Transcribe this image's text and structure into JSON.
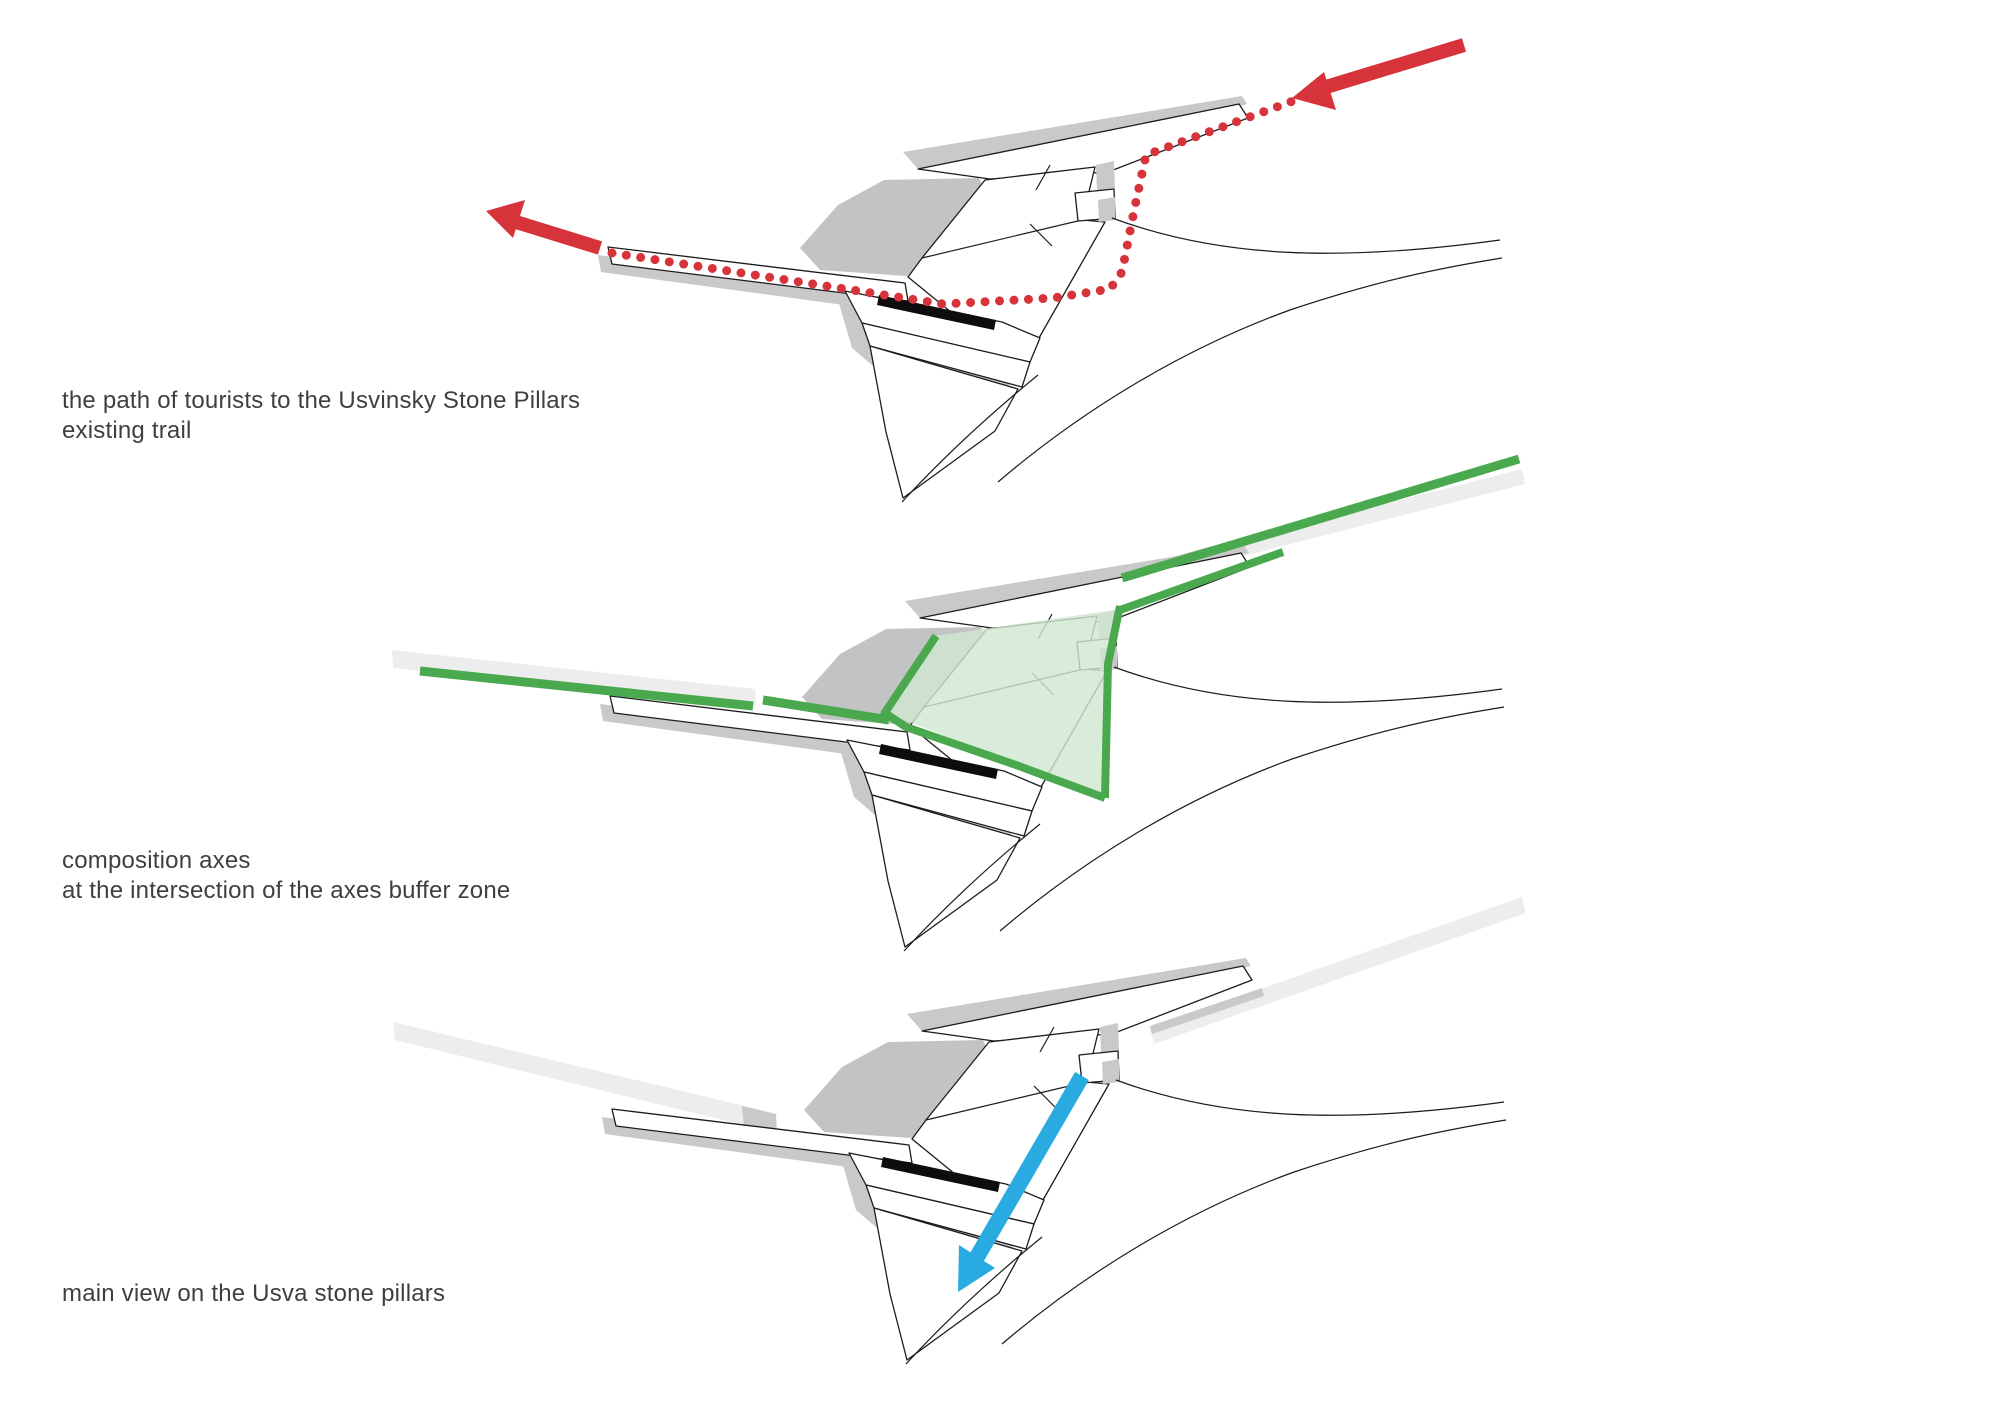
{
  "page": {
    "background": "#ffffff",
    "type": "architectural concept diagrams"
  },
  "palette": {
    "red": "#d6333a",
    "green": "#4aa94f",
    "buffer_green": "#d0e8d1",
    "blue": "#29abe2",
    "shadow_gray": "#c9c9c9",
    "mass_gray": "#c3c3c3",
    "corridor_gray": "#ededed",
    "building_black": "#0d0d0d",
    "outline": "#1c1c1c",
    "text": "#3f3f3f"
  },
  "diagrams": [
    {
      "id": "tourist-path",
      "caption_lines": [
        "the path of tourists to the Usvinsky Stone Pillars",
        "existing trail"
      ],
      "overlay": "red dotted existing trail with entry and exit arrows",
      "accent_color": "#d6333a"
    },
    {
      "id": "composition-axes",
      "caption_lines": [
        "composition axes",
        "at the intersection of the axes buffer zone"
      ],
      "overlay": "green composition axes with buffer zone at their intersection",
      "accent_color": "#4aa94f",
      "buffer_fill": "#d0e8d1"
    },
    {
      "id": "main-view",
      "caption_lines": [
        "main view on the Usva stone pillars"
      ],
      "overlay": "blue arrow of the main view direction",
      "accent_color": "#29abe2"
    }
  ]
}
